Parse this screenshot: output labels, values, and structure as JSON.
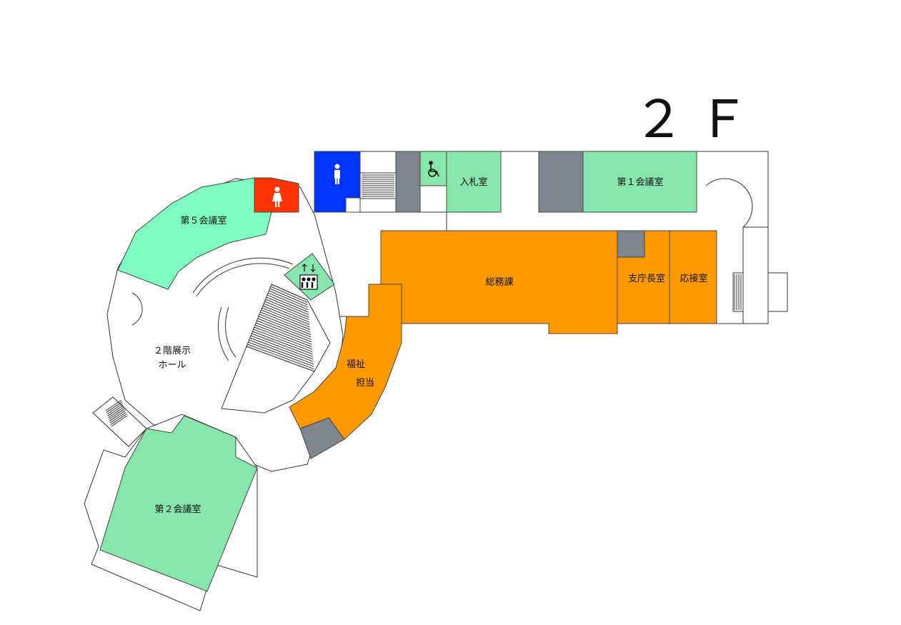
{
  "floor": "２Ｆ",
  "colors": {
    "meeting_room": "#88e6ad",
    "meeting_room_5": "#7fffbf",
    "office": "#ff9900",
    "utility": "#7f868c",
    "mens_toilet": "#0033ff",
    "womens_toilet": "#ff3300"
  },
  "rooms": {
    "bid_room": "入札室",
    "meeting_room_1": "第１会議室",
    "general_affairs": "総務課",
    "branch_manager": "支庁長室",
    "reception_room": "応接室",
    "meeting_room_5": "第５会議室",
    "exhibition_hall_line1": "２階展示",
    "exhibition_hall_line2": "ホール",
    "welfare_line1": "福祉",
    "welfare_line2": "担当",
    "meeting_room_2": "第２会議室"
  },
  "icons": [
    "mens-toilet-icon",
    "womens-toilet-icon",
    "wheelchair-icon",
    "elevator-icon"
  ]
}
